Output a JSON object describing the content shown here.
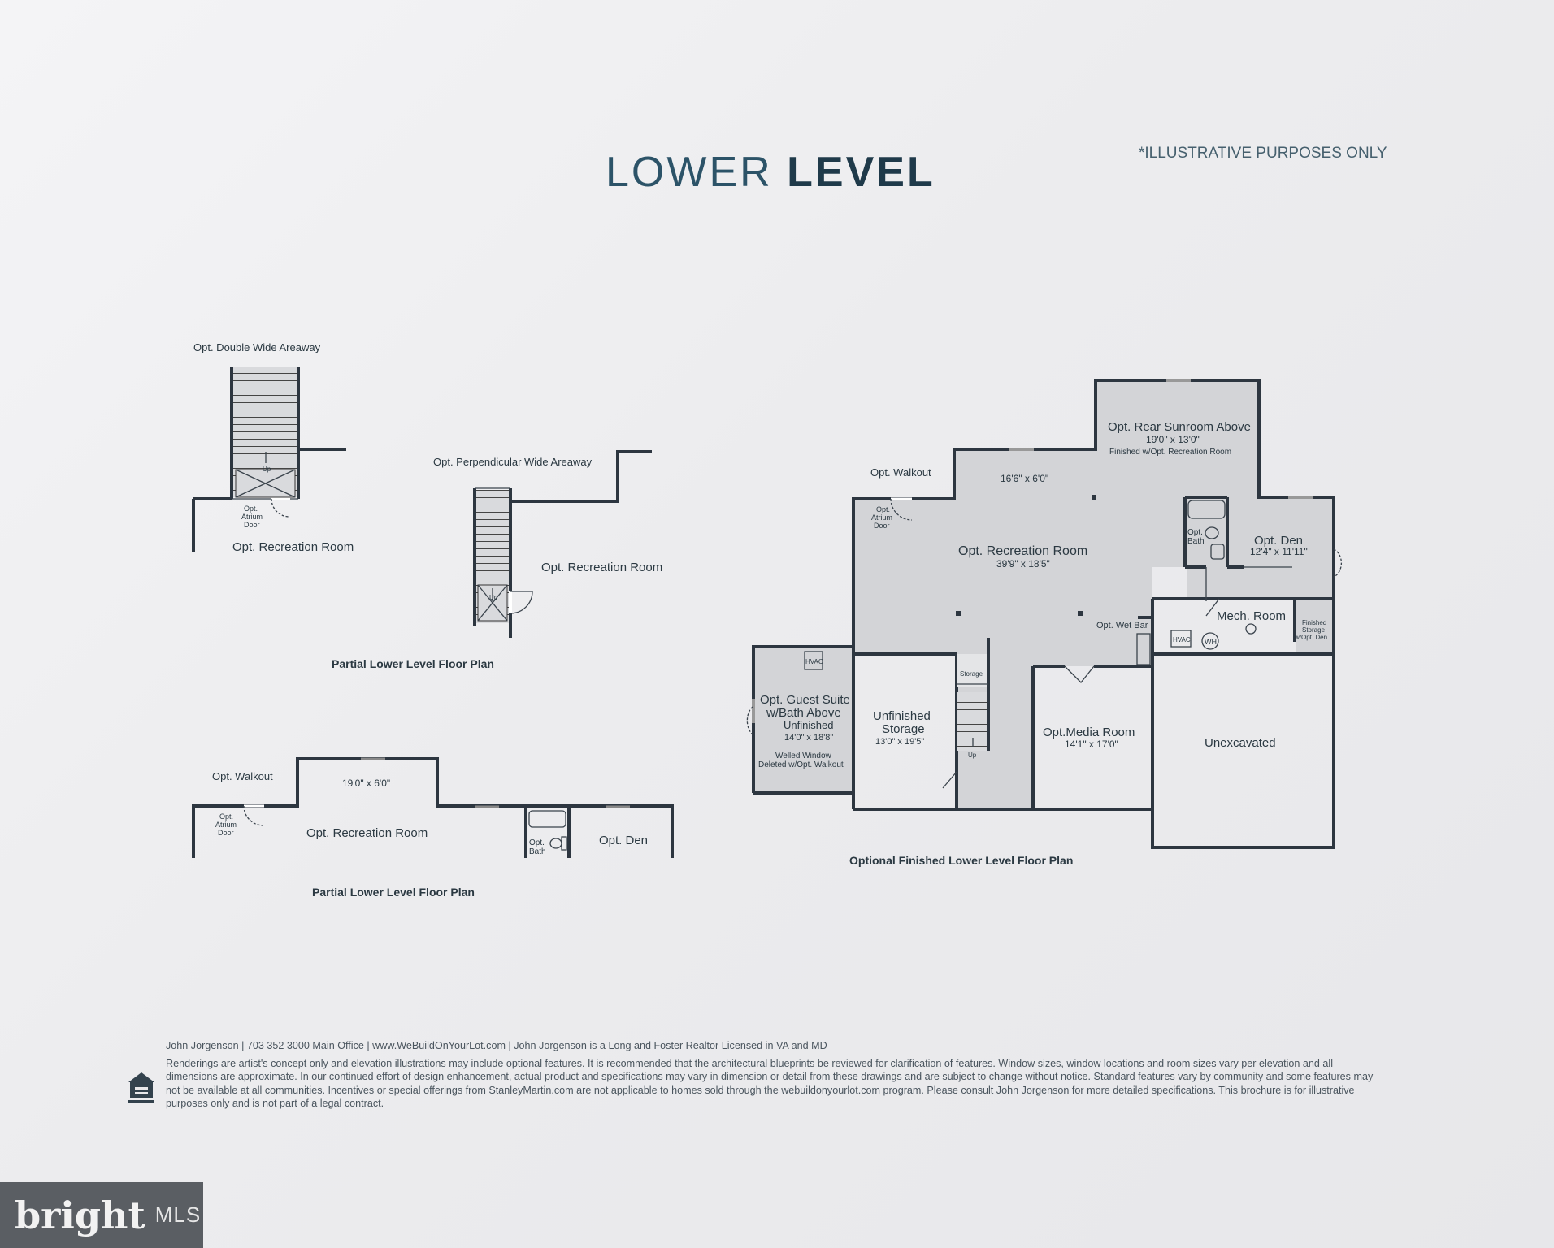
{
  "header": {
    "title_light": "LOWER",
    "title_bold": "LEVEL",
    "note": "*ILLUSTRATIVE PURPOSES ONLY"
  },
  "plan_a": {
    "areaway_label": "Opt. Double Wide Areaway",
    "up": "Up",
    "atrium_door": [
      "Opt.",
      "Atrium",
      "Door"
    ],
    "rec_room": "Opt. Recreation Room"
  },
  "plan_b": {
    "areaway_label": "Opt. Perpendicular Wide Areaway",
    "up": "Up",
    "rec_room": "Opt. Recreation Room",
    "caption": "Partial Lower Level Floor Plan"
  },
  "plan_c": {
    "walkout": "Opt. Walkout",
    "dims": "19'0\" x 6'0\"",
    "atrium_door": [
      "Opt.",
      "Atrium",
      "Door"
    ],
    "rec_room": "Opt. Recreation Room",
    "bath": [
      "Opt.",
      "Bath"
    ],
    "den": "Opt. Den",
    "caption": "Partial Lower Level Floor Plan"
  },
  "plan_main": {
    "walkout": "Opt. Walkout",
    "atrium_door": [
      "Opt.",
      "Atrium",
      "Door"
    ],
    "walkout_dims": "16'6\" x 6'0\"",
    "sunroom": {
      "name": "Opt. Rear Sunroom Above",
      "dims": "19'0\" x 13'0\"",
      "note": "Finished w/Opt. Recreation Room"
    },
    "rec_room": {
      "name": "Opt. Recreation Room",
      "dims": "39'9\" x 18'5\""
    },
    "bath": [
      "Opt.",
      "Bath"
    ],
    "den": {
      "name": "Opt. Den",
      "dims": "12'4\" x 11'11\""
    },
    "wet_bar": "Opt. Wet Bar",
    "mech_room": "Mech. Room",
    "hvac": "HVAC",
    "wh": "WH",
    "finished_storage": [
      "Finished",
      "Storage",
      "w/Opt. Den"
    ],
    "guest_suite": {
      "name1": "Opt. Guest Suite",
      "name2": "w/Bath Above",
      "status": "Unfinished",
      "dims": "14'0\" x 18'8\"",
      "note1": "Welled Window",
      "note2": "Deleted w/Opt. Walkout"
    },
    "unfinished_storage": {
      "name1": "Unfinished",
      "name2": "Storage",
      "dims": "13'0\" x 19'5\""
    },
    "storage": "Storage",
    "up": "Up",
    "media_room": {
      "name": "Opt.Media Room",
      "dims": "14'1\" x 17'0\""
    },
    "unexcavated": "Unexcavated",
    "caption": "Optional Finished Lower Level Floor Plan"
  },
  "footer": {
    "contact": "John Jorgenson | 703 352 3000 Main Office | www.WeBuildOnYourLot.com | John Jorgenson is a Long and Foster Realtor Licensed in VA and MD",
    "disclaimer": "Renderings are artist's concept only and elevation illustrations may include optional features. It is recommended that the architectural blueprints be reviewed for clarification of features. Window sizes, window locations and room sizes vary per elevation and all dimensions are approximate. In our continued effort of design enhancement, actual product and specifications may vary in dimension or detail from these drawings and are subject to change without notice. Standard features vary by community and some features may not be available at all communities. Incentives or special offerings from StanleyMartin.com are not applicable to homes sold through the webuildonyourlot.com program. Please consult John Jorgenson for more detailed specifications. This brochure is for illustrative purposes only and is not part of a legal contract."
  },
  "brand": {
    "name": "bright",
    "suffix": "MLS"
  },
  "icons": {
    "equal_housing": "equal-housing-icon"
  },
  "colors": {
    "title": "#2c5368",
    "title_bold": "#1f3a4a",
    "room_fill": "#d3d4d7",
    "badge": "#5a5e63"
  }
}
